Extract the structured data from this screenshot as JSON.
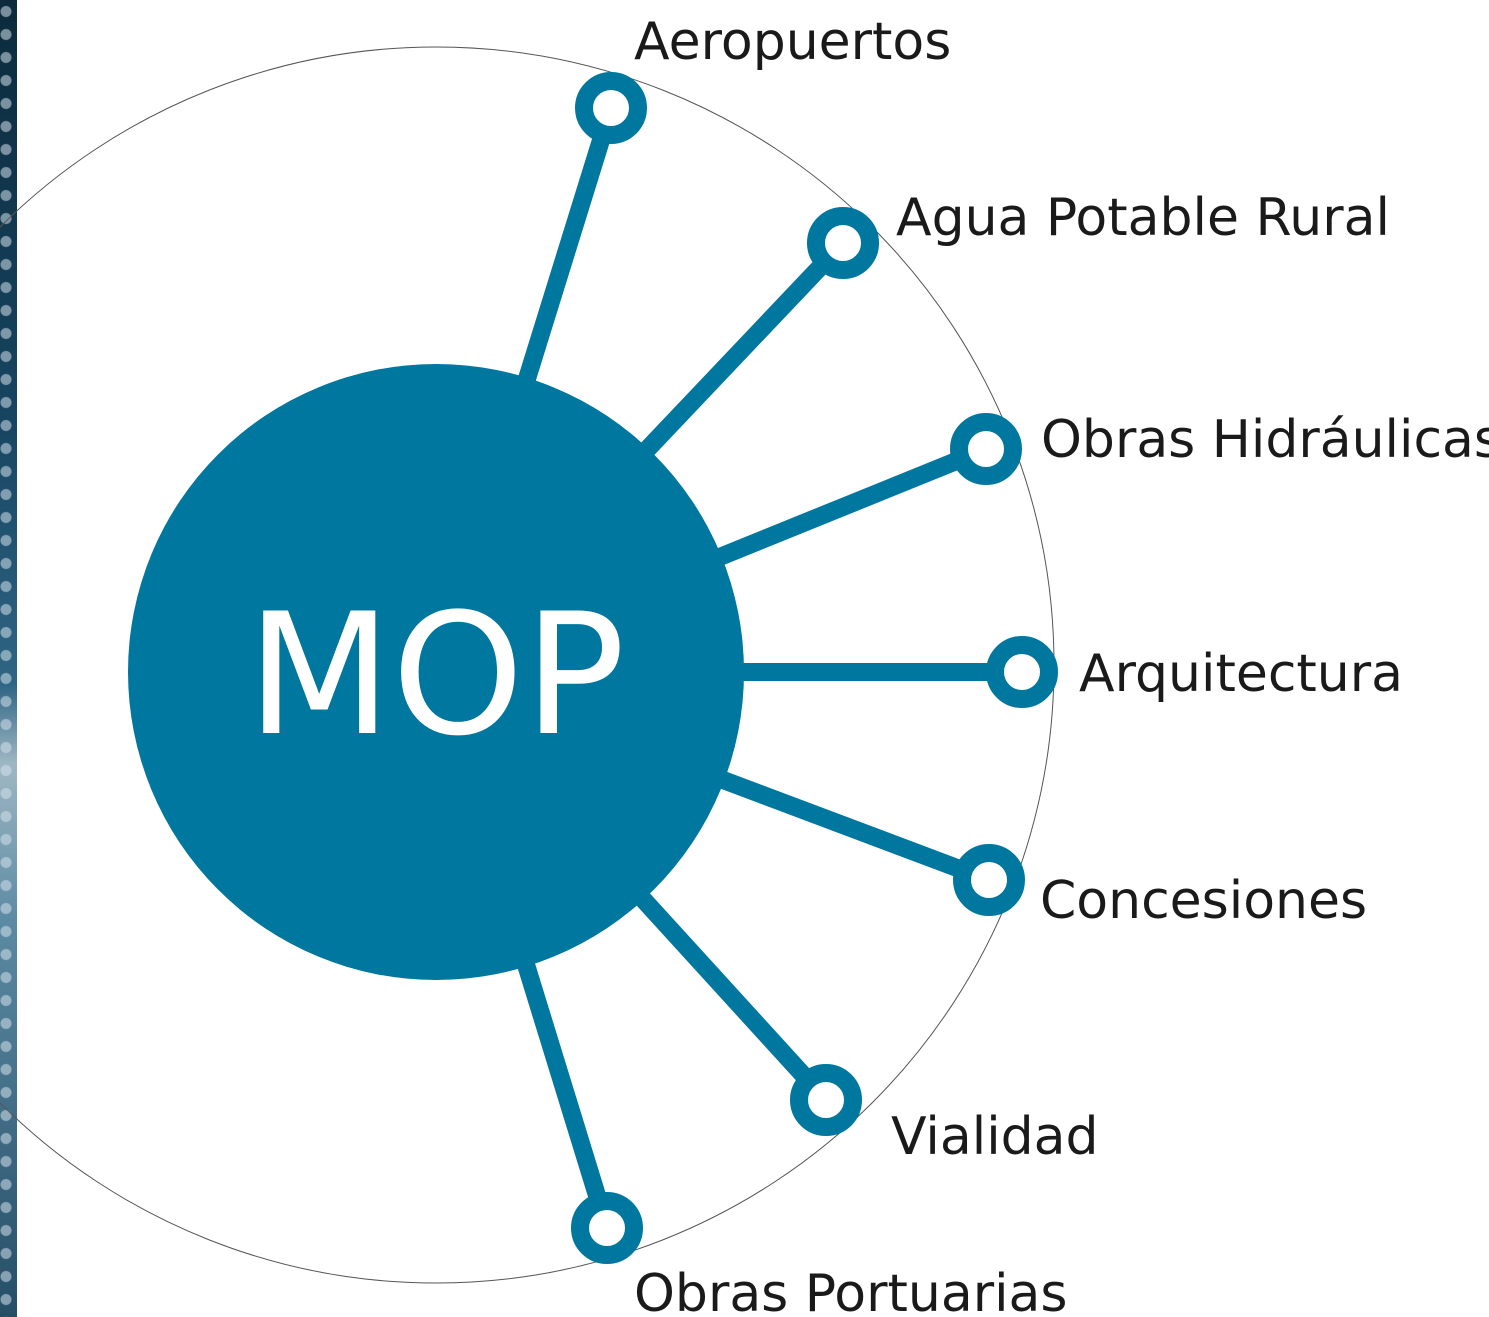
{
  "diagram": {
    "center": {
      "label": "MOP"
    },
    "branches": [
      {
        "label": "Aeropuertos"
      },
      {
        "label": "Agua Potable Rural"
      },
      {
        "label": "Obras Hidráulicas"
      },
      {
        "label": "Arquitectura"
      },
      {
        "label": "Concesiones"
      },
      {
        "label": "Vialidad"
      },
      {
        "label": "Obras Portuarias"
      }
    ],
    "colors": {
      "primary": "#00779f",
      "node_fill": "#ffffff",
      "outline": "#555555",
      "text": "#1a1a1a",
      "center_text": "#ffffff"
    }
  }
}
